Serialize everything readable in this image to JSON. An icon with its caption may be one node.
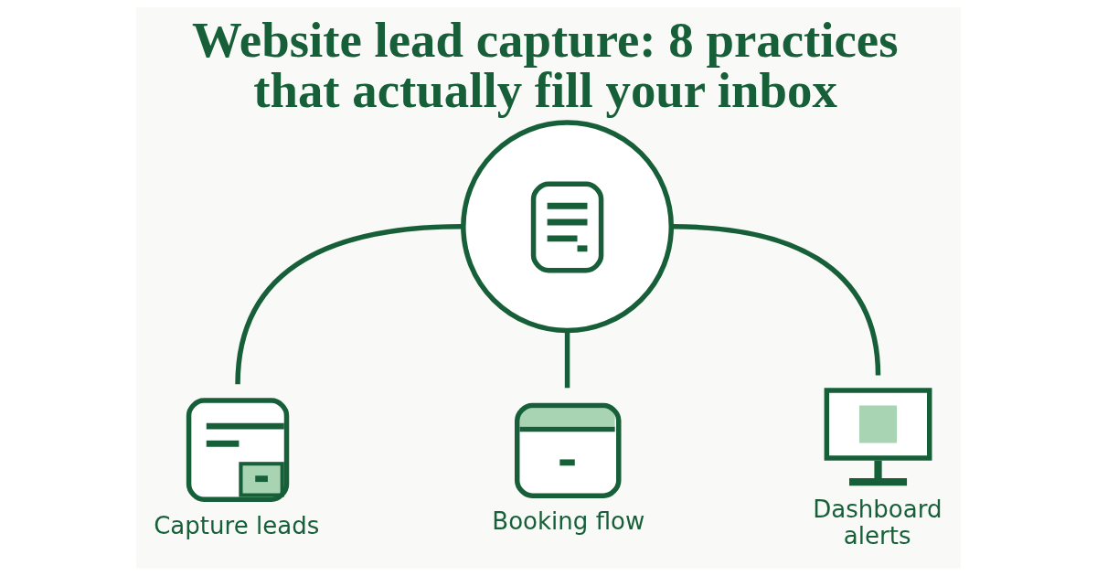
{
  "diagram": {
    "title": "Website lead capture: 8 practices that actually fill your inbox",
    "nodes": [
      {
        "text": [],
        "shape": "circle"
      },
      {
        "text": [],
        "shape": "picture",
        "beside": [
          "Capture leads"
        ]
      },
      {
        "text": [],
        "shape": "picture",
        "beside": [
          "Booking flow"
        ]
      },
      {
        "text": [],
        "shape": "picture",
        "beside": [
          "Dashboard alerts"
        ]
      }
    ],
    "edges": [
      {
        "from": 0,
        "to": 1,
        "arrow": "none"
      },
      {
        "from": 0,
        "to": 2,
        "arrow": "none"
      },
      {
        "from": 0,
        "to": 3,
        "arrow": "none"
      }
    ]
  }
}
